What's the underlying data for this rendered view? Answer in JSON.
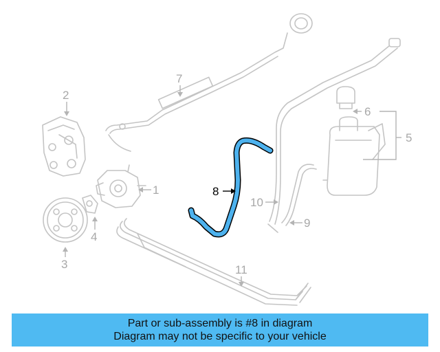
{
  "colors": {
    "highlight": "#4db2ee",
    "outline": "#000000",
    "part_gray": "#c4c4c4",
    "callout_gray": "#a8a8a8",
    "banner_bg": "#4fbaf2"
  },
  "callouts": {
    "c1": "1",
    "c2": "2",
    "c3": "3",
    "c4": "4",
    "c5": "5",
    "c6": "6",
    "c7": "7",
    "c8": "8",
    "c9": "9",
    "c10": "10",
    "c11": "11"
  },
  "highlighted_part": "8",
  "banner": {
    "line1": "Part or sub-assembly is #8 in diagram",
    "line2": "Diagram may not be specific to your vehicle"
  }
}
